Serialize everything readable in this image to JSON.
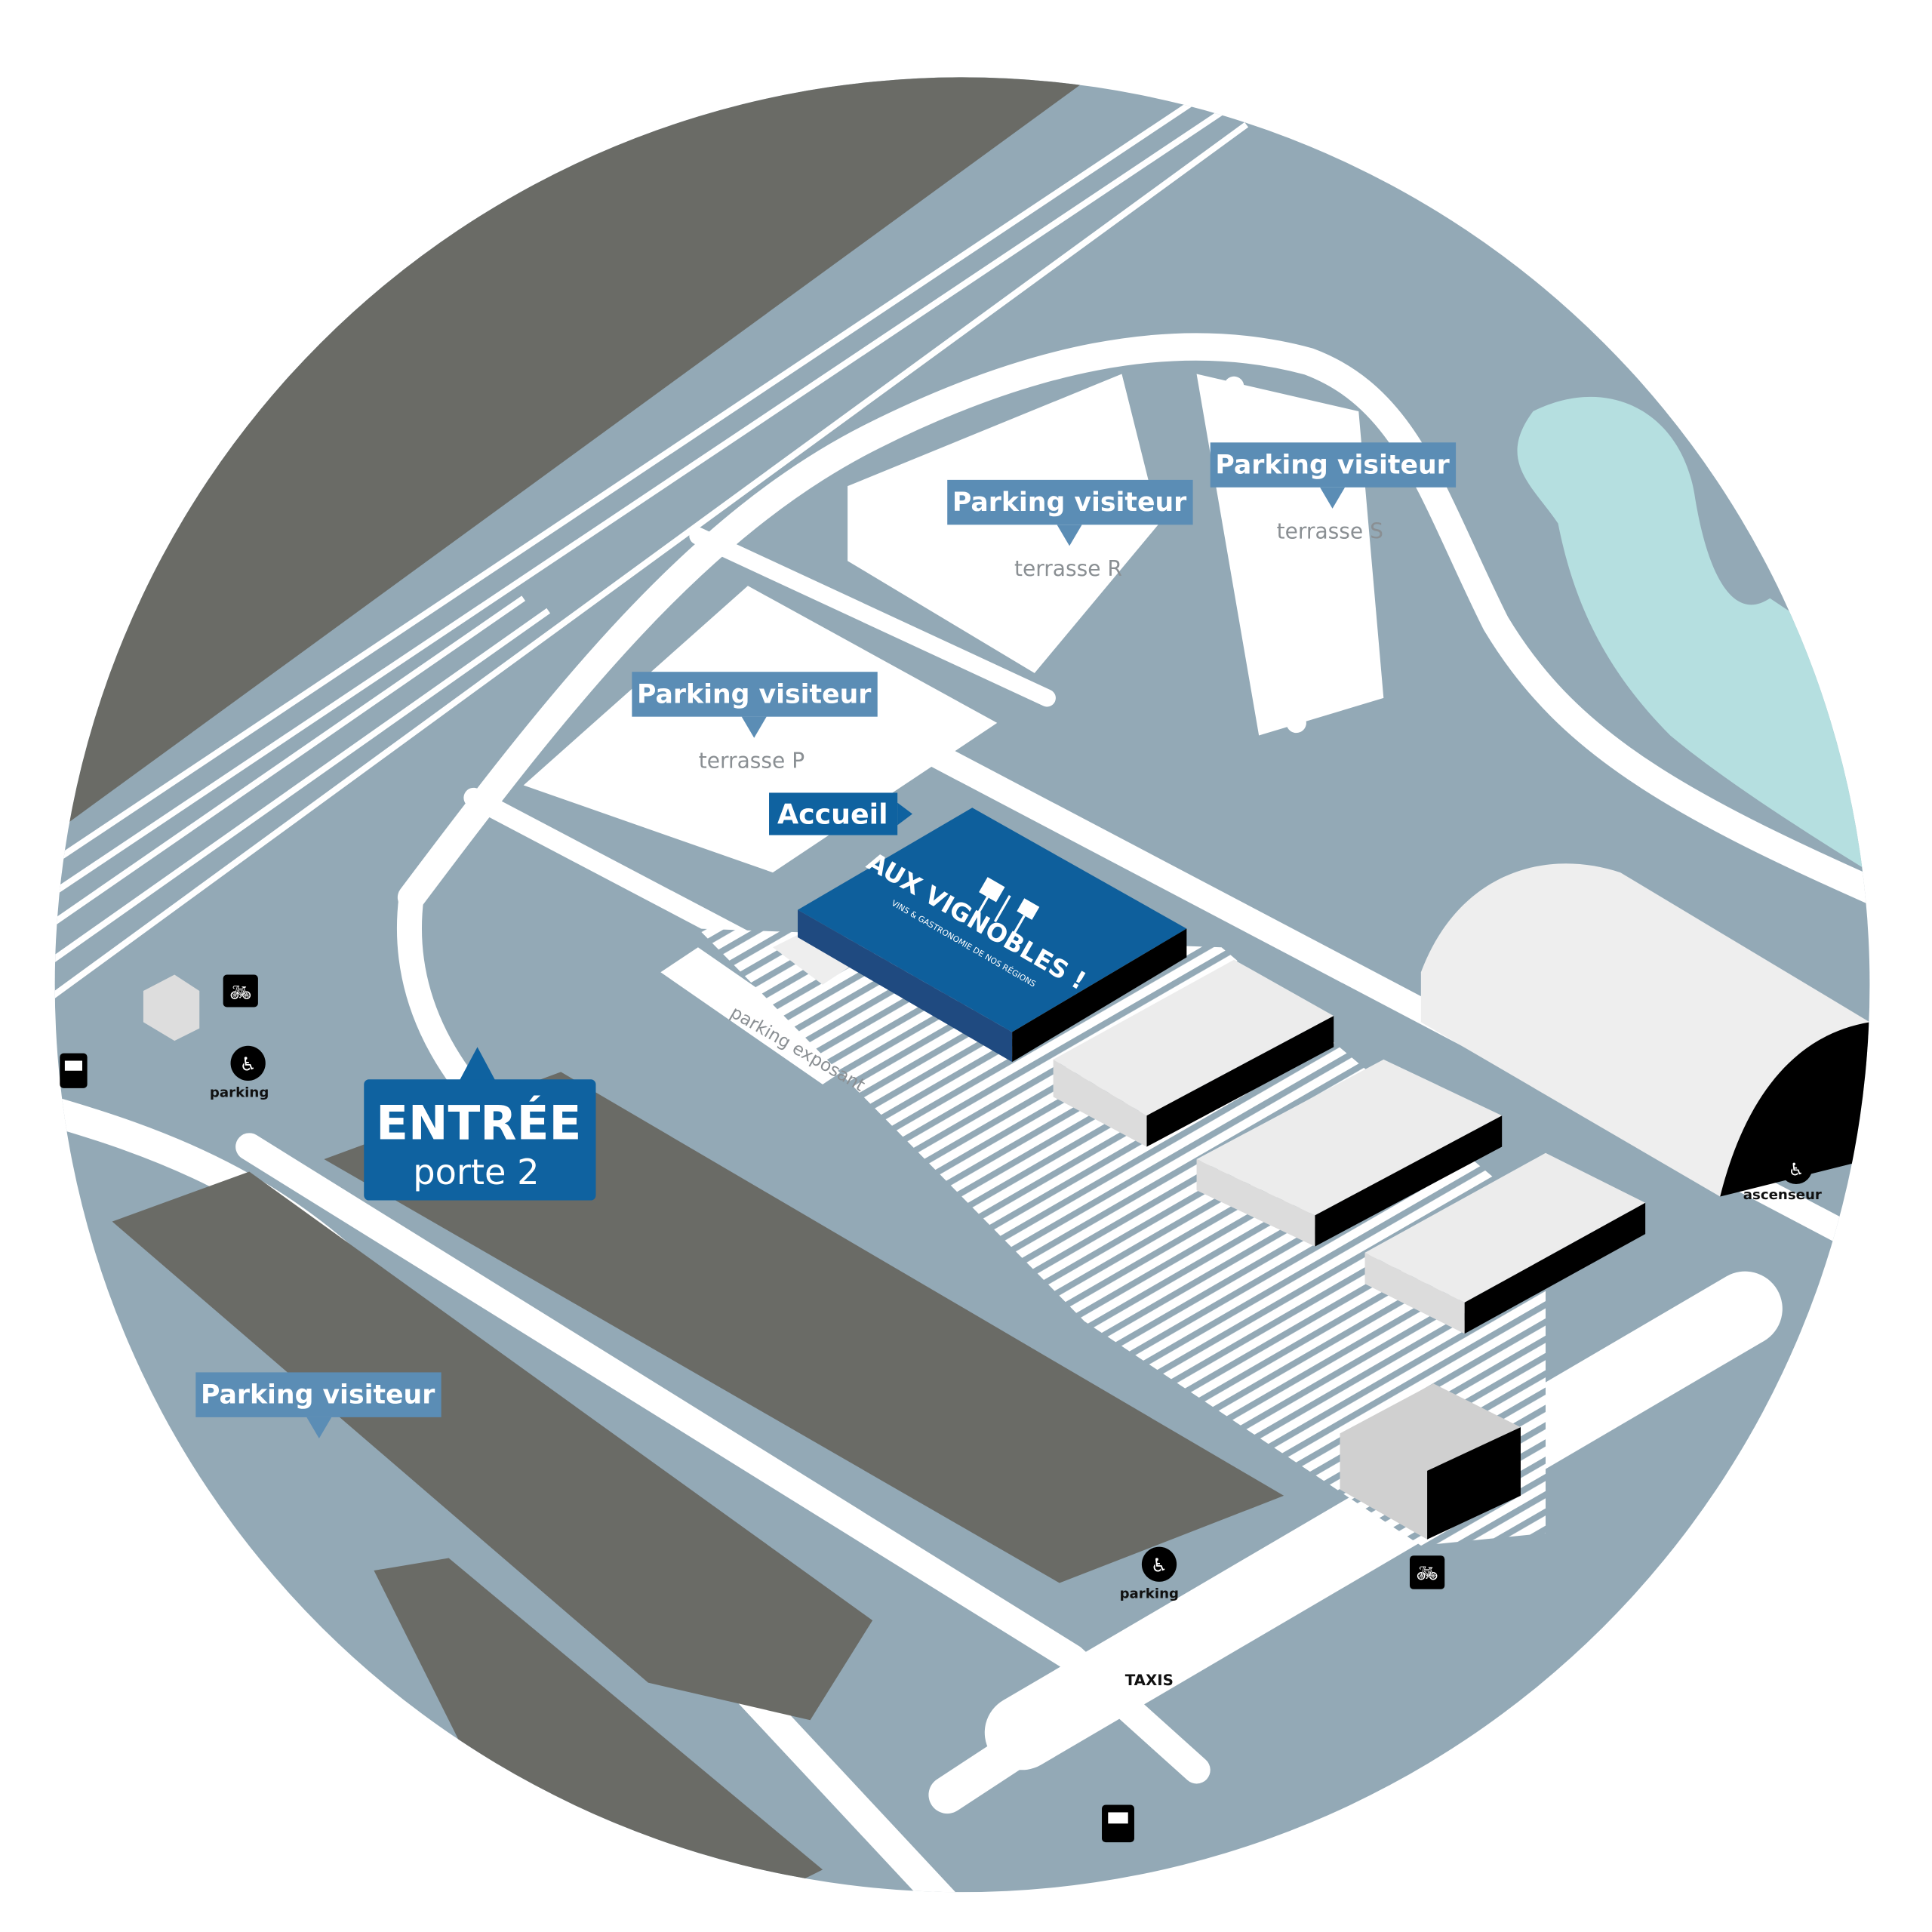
{
  "labels": {
    "parking_visiteur_1": "Parking visiteur",
    "parking_visiteur_2": "Parking visiteur",
    "parking_visiteur_3": "Parking visiteur",
    "parking_visiteur_4": "Parking visiteur",
    "terrasse_p": "terrasse P",
    "terrasse_r": "terrasse R",
    "terrasse_s": "terrasse S",
    "accueil": "Accueil",
    "parking_exposant": "parking exposant",
    "entree": "ENTRÉE",
    "porte": "porte 2",
    "parking_pmr_1": "parking",
    "parking_pmr_2": "parking",
    "taxis": "TAXIS",
    "ascenseur": "ascenseur"
  },
  "logo": {
    "title": "AUX VIGNOBLES !",
    "subtitle": "VINS & GASTRONOMIE DE NOS RÉGIONS"
  },
  "icons": [
    "bicycle-icon",
    "wheelchair-icon",
    "bus-icon"
  ],
  "colors": {
    "road_gray": "#6a6b66",
    "plaza_blue": "#93a9b6",
    "water": "#b5dfe0",
    "label_light": "#5b8db5",
    "label_dark": "#0f62a0",
    "logo_blue": "#0e5f9c"
  }
}
